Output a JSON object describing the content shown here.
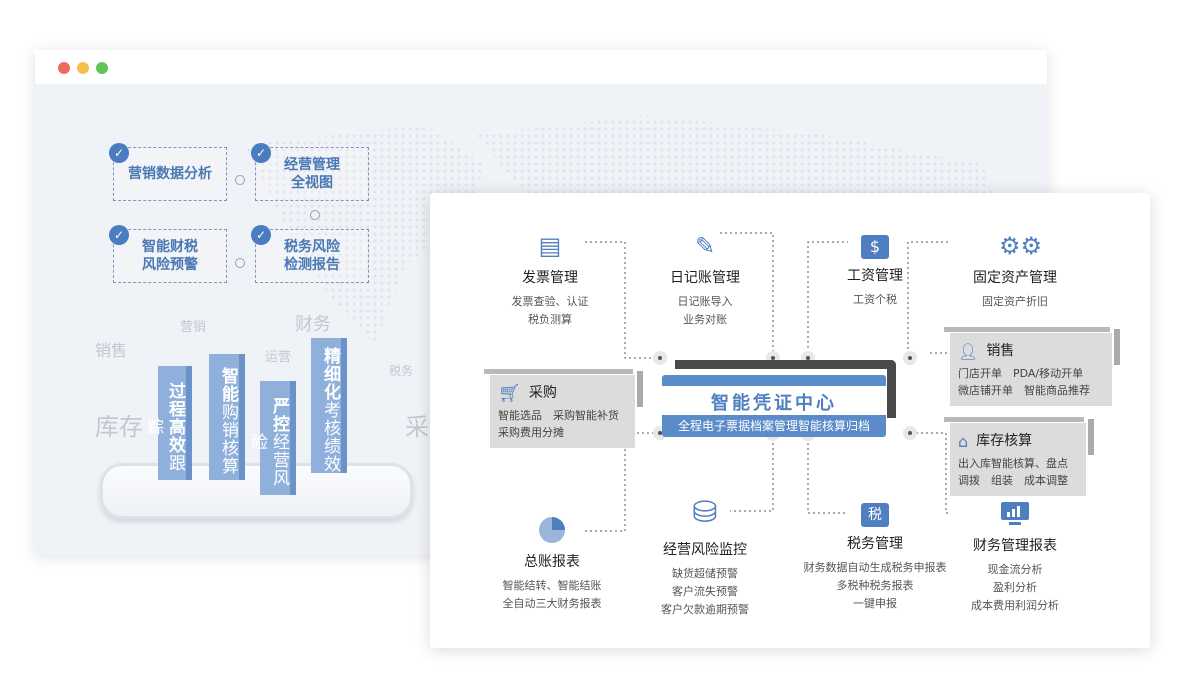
{
  "window_controls": {
    "close": "#ed6a5e",
    "minimize": "#f5bf4f",
    "maximize": "#61c554"
  },
  "features": [
    {
      "label": "营销数据分析"
    },
    {
      "label": "经营管理\n全视图"
    },
    {
      "label": "智能财税\n风险预警"
    },
    {
      "label": "税务风险\n检测报告"
    }
  ],
  "ghost_words": [
    "营销",
    "财务",
    "销售",
    "运营",
    "税务",
    "库存",
    "采"
  ],
  "bars": [
    {
      "bold": "过程高效",
      "rest": "跟踪"
    },
    {
      "bold": "智能",
      "rest": "购销核算"
    },
    {
      "bold": "严控",
      "rest": "经营风险"
    },
    {
      "bold": "精细化",
      "rest": "考核绩效"
    }
  ],
  "center": {
    "title": "智能凭证中心",
    "subtitle": "全程电子票据档案管理智能核算归档"
  },
  "top_nodes": [
    {
      "icon": "invoice-icon",
      "title": "发票管理",
      "lines": [
        "发票查验、认证",
        "税负测算"
      ]
    },
    {
      "icon": "journal-icon",
      "title": "日记账管理",
      "lines": [
        "日记账导入",
        "业务对账"
      ]
    },
    {
      "icon": "salary-icon",
      "glyph": "$",
      "title": "工资管理",
      "lines": [
        "工资个税"
      ]
    },
    {
      "icon": "gears-icon",
      "title": "固定资产管理",
      "lines": [
        "固定资产折旧"
      ]
    }
  ],
  "bottom_nodes": [
    {
      "icon": "pie-chart-icon",
      "title": "总账报表",
      "lines": [
        "智能结转、智能结账",
        "全自动三大财务报表"
      ]
    },
    {
      "icon": "risk-monitor-icon",
      "title": "经营风险监控",
      "lines": [
        "缺货超储预警",
        "客户流失预警",
        "客户欠款逾期预警"
      ]
    },
    {
      "icon": "tax-icon",
      "glyph": "税",
      "title": "税务管理",
      "lines": [
        "财务数据自动生成税务申报表",
        "多税种税务报表",
        "一键申报"
      ]
    },
    {
      "icon": "report-monitor-icon",
      "title": "财务管理报表",
      "lines": [
        "现金流分析",
        "盈利分析",
        "成本费用利润分析"
      ]
    }
  ],
  "side_nodes": {
    "purchase": {
      "title": "采购",
      "lines": [
        "智能选品　采购智能补货",
        "采购费用分摊"
      ]
    },
    "sales": {
      "title": "销售",
      "lines": [
        "门店开单　PDA/移动开单",
        "微店铺开单　智能商品推荐"
      ]
    },
    "inventory": {
      "title": "库存核算",
      "lines": [
        "出入库智能核算、盘点",
        "调拨　组装　成本调整"
      ]
    }
  }
}
